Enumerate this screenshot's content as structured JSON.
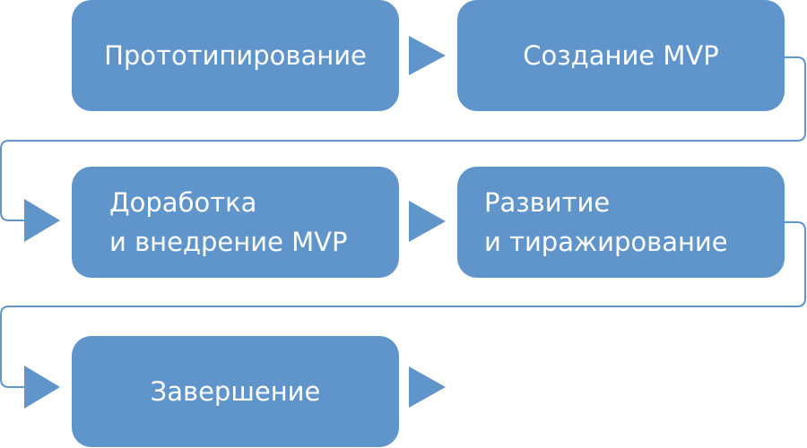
{
  "diagram": {
    "steps": [
      {
        "label": "Прототипирование"
      },
      {
        "label": "Создание MVP"
      },
      {
        "label_line1": "Доработка",
        "label_line2": "и внедрение MVP"
      },
      {
        "label_line1": "Развитие",
        "label_line2": "и тиражирование"
      },
      {
        "label": "Завершение"
      }
    ],
    "colors": {
      "box": "#6095cc",
      "connector": "#6095cc",
      "text": "#ffffff"
    }
  }
}
